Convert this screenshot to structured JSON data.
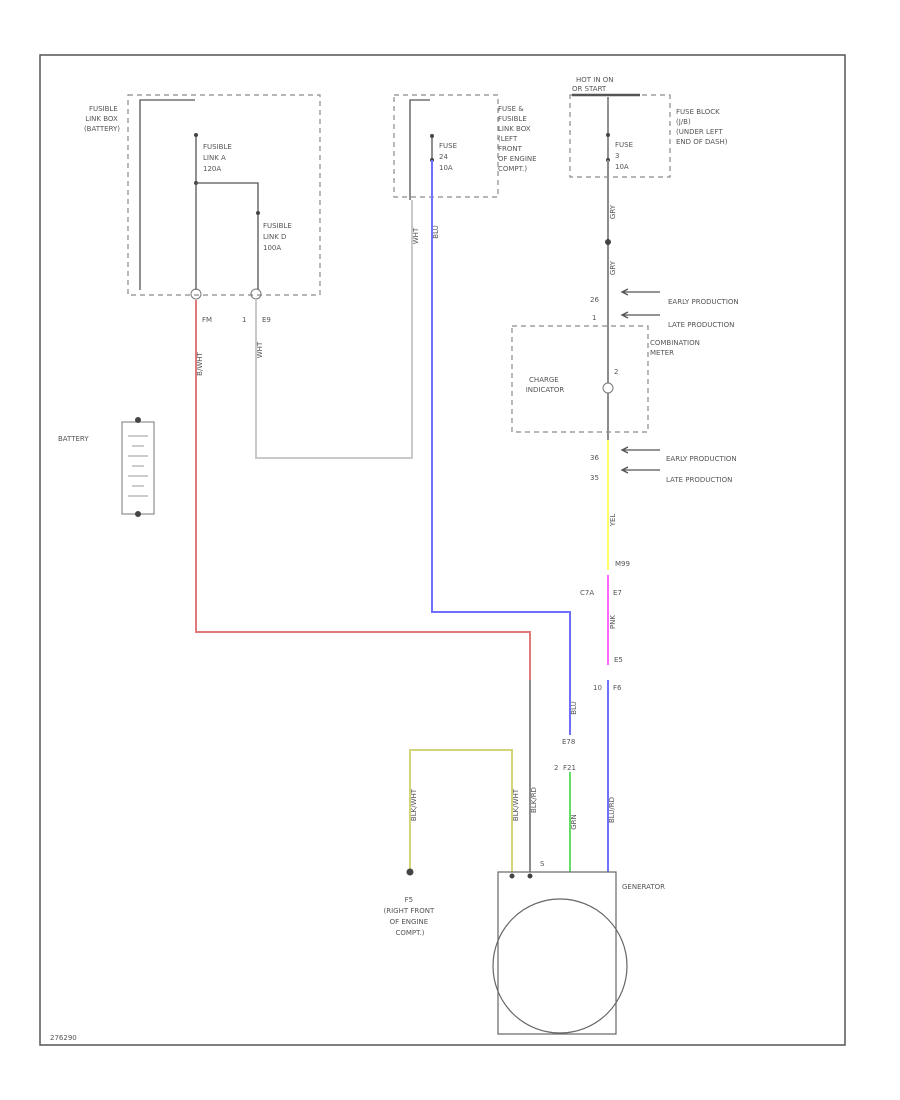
{
  "labels": {
    "fusible_link_box": [
      "FUSIBLE",
      "LINK BOX",
      "(BATTERY)"
    ],
    "fusible_link_a": [
      "FUSIBLE",
      "LINK A",
      "120A"
    ],
    "fusible_link_d": [
      "FUSIBLE",
      "LINK D",
      "100A"
    ],
    "term_fm": "FM",
    "term_1": "1",
    "term_e9": "E9",
    "fuse_mid": [
      "FUSE",
      "24",
      "10A"
    ],
    "fuse_and_link_box": [
      "FUSE &",
      "FUSIBLE",
      "LINK BOX",
      "(LEFT",
      "FRONT",
      "OF ENGINE",
      "COMPT.)"
    ],
    "hot_in_on": [
      "HOT IN ON",
      "OR START"
    ],
    "fuse_right": [
      "FUSE",
      "3",
      "10A"
    ],
    "fuse_block": [
      "FUSE BLOCK",
      "(J/B)",
      "(UNDER LEFT",
      "END OF DASH)"
    ],
    "conn_top_26": "26",
    "conn_top_1": "1",
    "early_production": "EARLY PRODUCTION",
    "late_production": "LATE PRODUCTION",
    "combination_meter": [
      "COMBINATION",
      "METER"
    ],
    "charge_indicator": [
      "CHARGE",
      "INDICATOR"
    ],
    "ci_pin": "2",
    "conn_bot_36": "36",
    "conn_bot_35": "35",
    "conn_m99": "M99",
    "conn_e7": "E7",
    "conn_c_e7": "C7A",
    "conn_e5": "E5",
    "conn_f6": "F6",
    "conn_f6_pin": "10",
    "conn_e78": "E78",
    "conn_f21": "F21",
    "conn_f21_pin": "2",
    "battery": "BATTERY",
    "ground": [
      "F5",
      "(RIGHT FRONT",
      "OF ENGINE",
      "COMPT.)"
    ],
    "generator": "GENERATOR",
    "gen_pin": "S",
    "code": "276290"
  },
  "wire_labels": {
    "red": "B/WHT",
    "white": "WHT",
    "blue": "BLU",
    "gray_top": "GRY",
    "gray_mid": "GRY",
    "yellow": "YEL",
    "pink": "PNK",
    "blue_lower": "BLU",
    "green": "GRN",
    "blue_gen": "BLU/RD",
    "olive_left": "BLK/WHT",
    "olive_right": "BLK/WHT",
    "gray_right": "BLK/RD"
  },
  "colors": {
    "red": "#e07a7a",
    "blue": "#6f6fff",
    "yellow": "#ffff66",
    "pink": "#ff66ff",
    "green": "#66dd66",
    "olive": "#d4d47a",
    "gray": "#8c8c8c",
    "white_wire": "#c9c9c9"
  }
}
